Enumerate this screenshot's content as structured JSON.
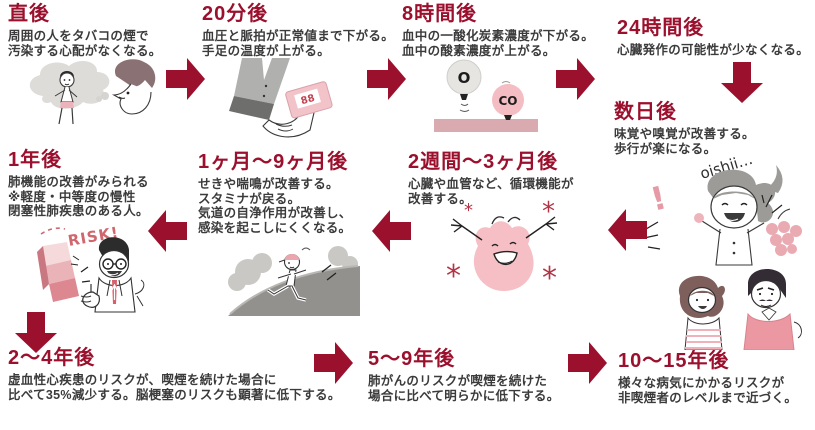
{
  "colors": {
    "accent": "#9b102d",
    "body_text": "#3b3b3b",
    "pink_light": "#f5c0c6",
    "pink_mid": "#e9a5ae",
    "gray_light": "#dedcd8",
    "gray_mid": "#949390"
  },
  "steps": [
    {
      "title": "直後",
      "lines": [
        "周囲の人をタバコの煙で",
        "汚染する心配がなくなる。"
      ],
      "illustration": "smoke-at-bystander"
    },
    {
      "title": "20分後",
      "lines": [
        "血圧と脈拍が正常値まで下がる。",
        "手足の温度が上がる。"
      ],
      "illustration": "blood-pressure-monitor"
    },
    {
      "title": "8時間後",
      "lines": [
        "血中の一酸化炭素濃度が下がる。",
        "血中の酸素濃度が上がる。"
      ],
      "labels": {
        "o": "O",
        "co": "CO"
      },
      "illustration": "o-co-balloons"
    },
    {
      "title": "24時間後",
      "lines": [
        "心臓発作の可能性が少なくなる。"
      ]
    },
    {
      "title": "数日後",
      "lines": [
        "味覚や嗅覚が改善する。",
        "歩行が楽になる。"
      ],
      "caption": "oishii…",
      "illustration": "girl-eating-grapes"
    },
    {
      "title": "2週間〜3ヶ月後",
      "lines": [
        "心臓や血管など、循環機能が",
        "改善する。"
      ],
      "sparkle": "*",
      "illustration": "happy-heart"
    },
    {
      "title": "1ヶ月〜9ヶ月後",
      "lines": [
        "せきや喘鳴が改善する。",
        "スタミナが戻る。",
        "気道の自浄作用が改善し、",
        "感染を起こしにくくなる。"
      ],
      "illustration": "jogging-person"
    },
    {
      "title": "1年後",
      "lines": [
        "肺機能の改善がみられる",
        "※軽度・中等度の慢性",
        "閉塞性肺疾患のある人。"
      ],
      "caption": "RISK!",
      "illustration": "doctor-thumbs-up"
    },
    {
      "title": "2〜4年後",
      "lines": [
        "虚血性心疾患のリスクが、喫煙を続けた場合に",
        "比べて35%減少する。脳梗塞のリスクも顕著に低下する。"
      ]
    },
    {
      "title": "5〜9年後",
      "lines": [
        "肺がんのリスクが喫煙を続けた",
        "場合に比べて明らかに低下する。"
      ]
    },
    {
      "title": "10〜15年後",
      "lines": [
        "様々な病気にかかるリスクが",
        "非喫煙者のレベルまで近づく。"
      ],
      "illustration": "smiling-couple"
    }
  ]
}
